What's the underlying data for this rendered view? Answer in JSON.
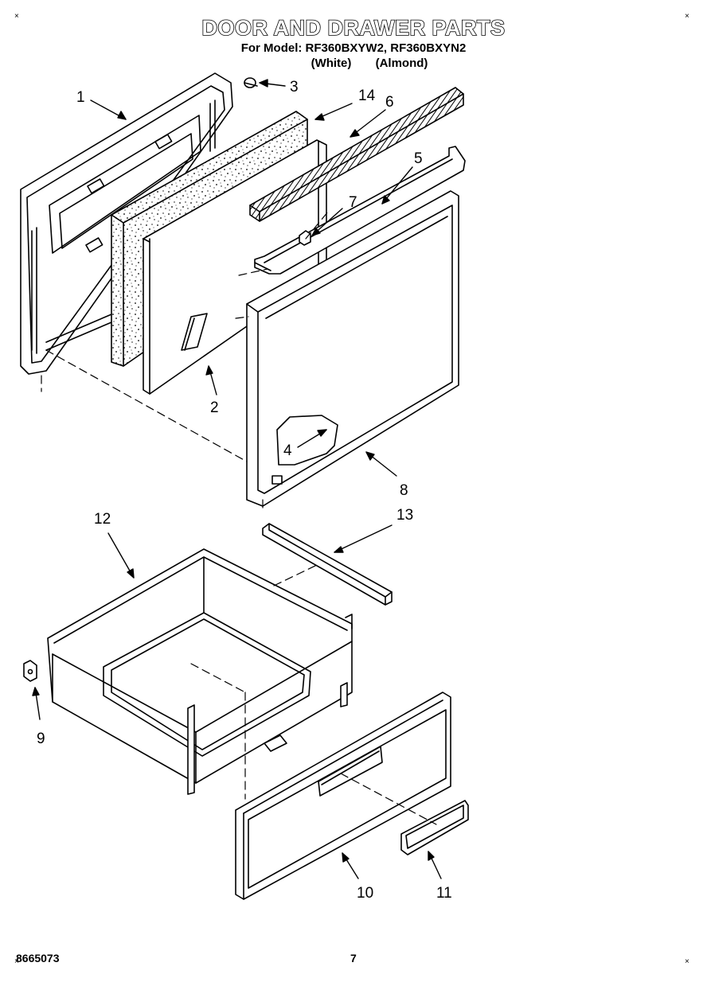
{
  "header": {
    "title": "DOOR AND DRAWER PARTS",
    "model_line": "For Model: RF360BXYW2, RF360BXYN2",
    "variant_white": "(White)",
    "variant_almond": "(Almond)"
  },
  "callouts": {
    "c1": "1",
    "c2": "2",
    "c3": "3",
    "c4": "4",
    "c5": "5",
    "c6": "6",
    "c7": "7",
    "c8": "8",
    "c9": "9",
    "c10": "10",
    "c11": "11",
    "c12": "12",
    "c13": "13",
    "c14": "14"
  },
  "footer": {
    "doc_number": "8665073",
    "page_number": "7"
  }
}
